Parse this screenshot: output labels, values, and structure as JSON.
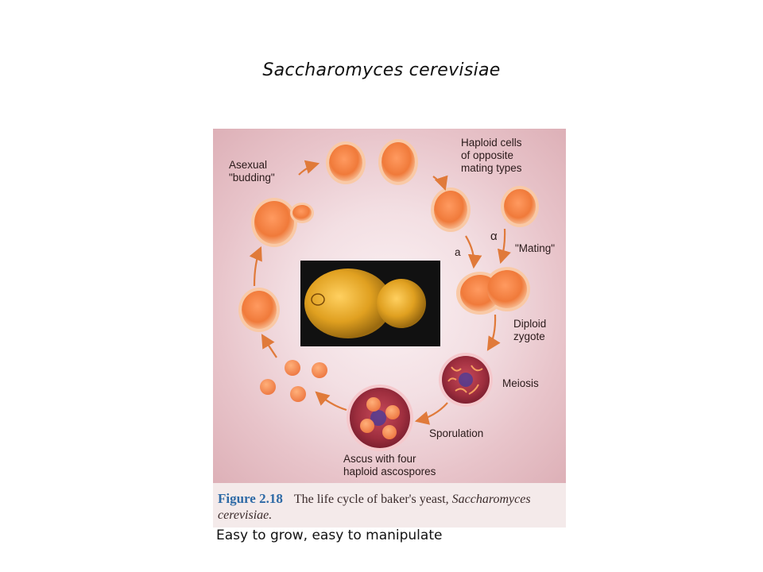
{
  "slide": {
    "title": "Saccharomyces cerevisiae",
    "subtitle": "Easy to grow, easy to manipulate"
  },
  "figure": {
    "labels": {
      "asexual_budding": "Asexual\n\"budding\"",
      "haploid_cells": "Haploid cells\nof opposite\nmating types",
      "mating": "\"Mating\"",
      "alpha": "α",
      "a": "a",
      "diploid_zygote": "Diploid\nzygote",
      "meiosis": "Meiosis",
      "sporulation": "Sporulation",
      "ascus": "Ascus with four\nhaploid ascospores"
    },
    "caption": {
      "figure_number": "Figure 2.18",
      "text": "The life cycle of baker's yeast,",
      "species": "Saccharomyces cerevisiae."
    }
  },
  "colors": {
    "cell_orange": "#f07a3a",
    "background_pink": "#e8c4ca",
    "micrograph_gold": "#e0a020",
    "caption_blue": "#2e6aa6"
  }
}
